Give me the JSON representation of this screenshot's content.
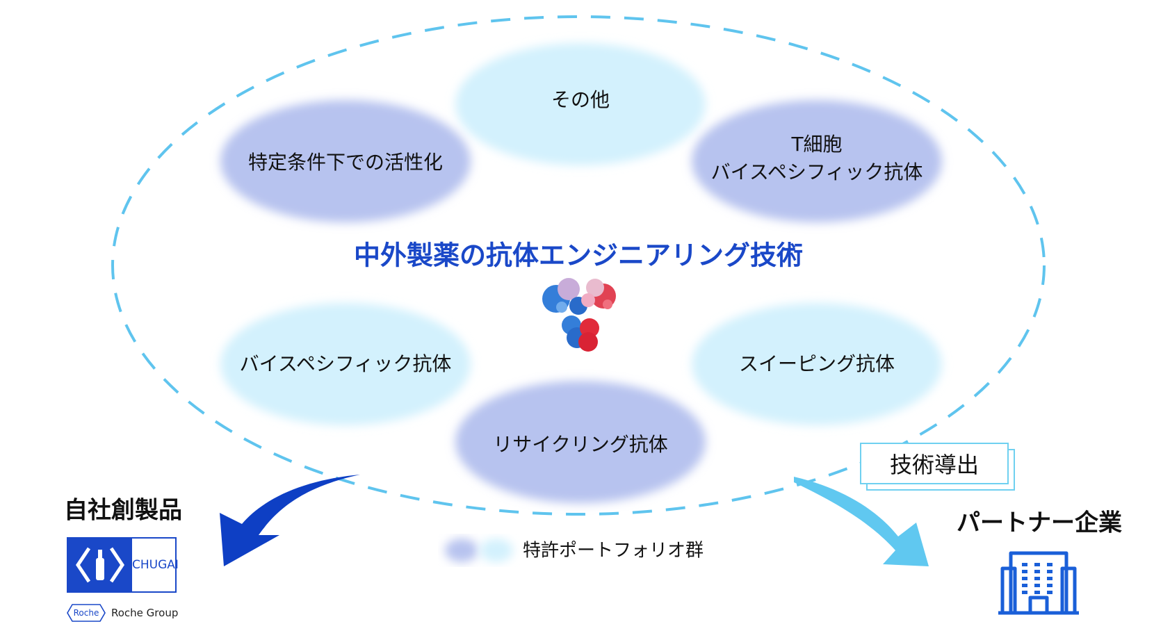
{
  "colors": {
    "dark_blob": "#b7c3ef",
    "light_blob": "#d3f1fd",
    "dashed_ellipse": "#5fc4ee",
    "title_blue": "#1a48c8",
    "arrow_left": "#0e3fc4",
    "arrow_right": "#60c8f0",
    "building_blue": "#1a5fd8"
  },
  "central_title": "中外製薬の抗体エンジニアリング技術",
  "technologies": [
    {
      "id": "other",
      "lines": [
        "その他"
      ],
      "tone": "light"
    },
    {
      "id": "conditional-activation",
      "lines": [
        "特定条件下での活性化"
      ],
      "tone": "dark"
    },
    {
      "id": "tcell-bispecific",
      "lines": [
        "T細胞",
        "バイスペシフィック抗体"
      ],
      "tone": "dark"
    },
    {
      "id": "bispecific",
      "lines": [
        "バイスペシフィック抗体"
      ],
      "tone": "light"
    },
    {
      "id": "sweeping",
      "lines": [
        "スイーピング抗体"
      ],
      "tone": "light"
    },
    {
      "id": "recycling",
      "lines": [
        "リサイクリング抗体"
      ],
      "tone": "dark"
    }
  ],
  "own_products": {
    "title": "自社創製品",
    "logo_text": "CHUGAI",
    "roche_badge": "Roche",
    "roche_group": "Roche Group"
  },
  "partner": {
    "title": "パートナー企業",
    "license_label": "技術導出",
    "icon": "building-icon"
  },
  "legend": {
    "label": "特許ポートフォリオ群"
  },
  "center_icon": "antibody-structure-icon"
}
